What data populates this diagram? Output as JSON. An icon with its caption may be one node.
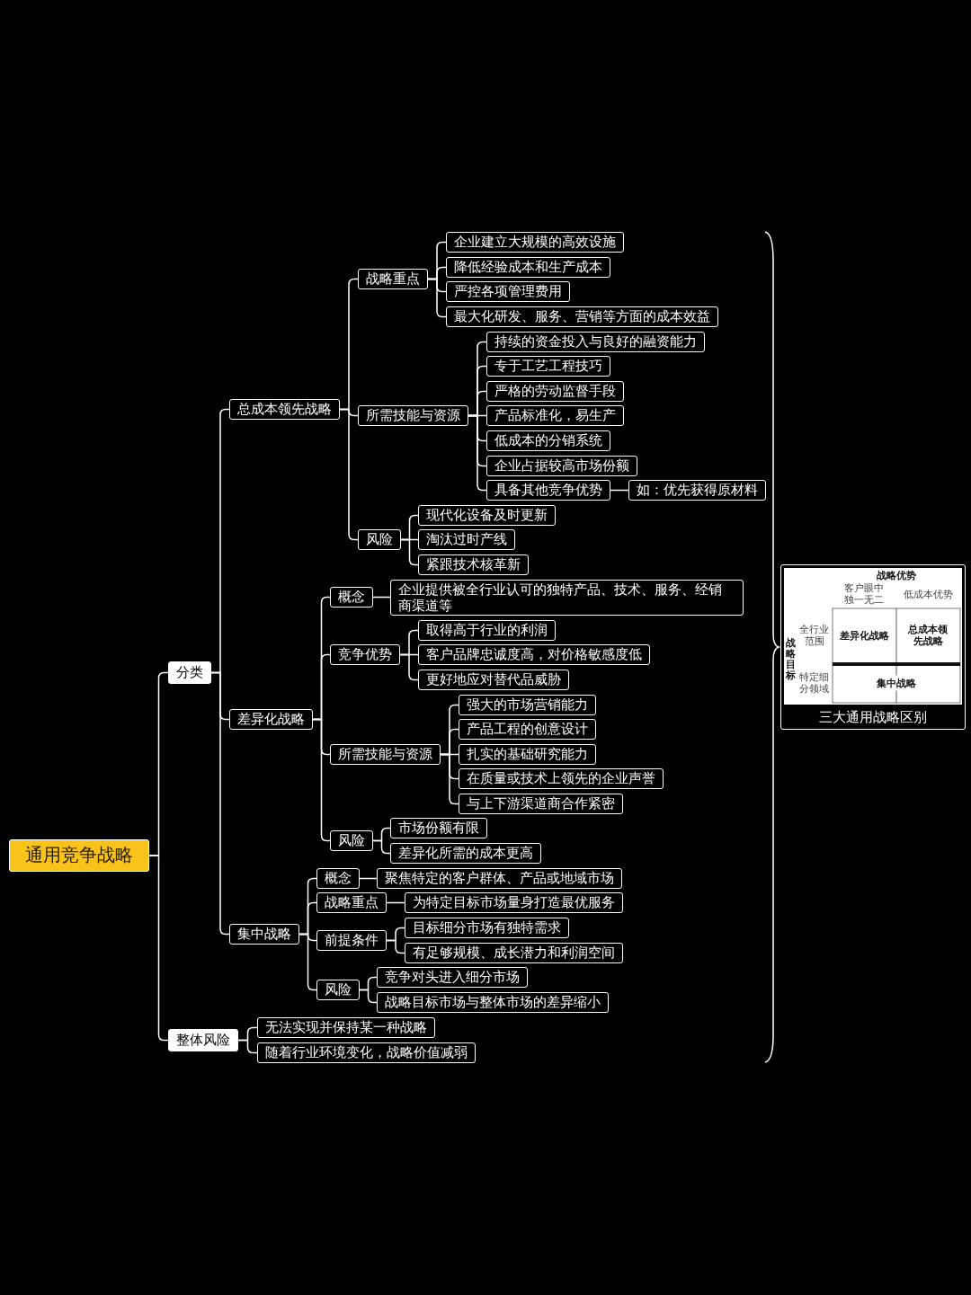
{
  "diagram": {
    "nodes": [
      {
        "text": [
          "通用竞争战略"
        ]
      },
      {
        "text": [
          "分类"
        ]
      },
      {
        "text": [
          "总成本领先战略"
        ]
      },
      {
        "text": [
          "战略重点"
        ]
      },
      {
        "text": [
          "企业建立大规模的高效设施"
        ]
      },
      {
        "text": [
          "降低经验成本和生产成本"
        ]
      },
      {
        "text": [
          "严控各项管理费用"
        ]
      },
      {
        "text": [
          "最大化研发、服务、营销等方面的成本效益"
        ]
      },
      {
        "text": [
          "所需技能与资源"
        ]
      },
      {
        "text": [
          "持续的资金投入与良好的融资能力"
        ]
      },
      {
        "text": [
          "专于工艺工程技巧"
        ]
      },
      {
        "text": [
          "严格的劳动监督手段"
        ]
      },
      {
        "text": [
          "产品标准化，易生产"
        ]
      },
      {
        "text": [
          "低成本的分销系统"
        ]
      },
      {
        "text": [
          "企业占据较高市场份额"
        ]
      },
      {
        "text": [
          "具备其他竞争优势"
        ]
      },
      {
        "text": [
          "如：优先获得原材料"
        ]
      },
      {
        "text": [
          "风险"
        ]
      },
      {
        "text": [
          "现代化设备及时更新"
        ]
      },
      {
        "text": [
          "淘汰过时产线"
        ]
      },
      {
        "text": [
          "紧跟技术核革新"
        ]
      },
      {
        "text": [
          "差异化战略"
        ]
      },
      {
        "text": [
          "概念"
        ]
      },
      {
        "text": [
          "企业提供被全行业认可的独特产品、技术、服务、经销商渠道等"
        ]
      },
      {
        "text": [
          "竞争优势"
        ]
      },
      {
        "text": [
          "取得高于行业的利润"
        ]
      },
      {
        "text": [
          "客户品牌忠诚度高，对价格敏感度低"
        ]
      },
      {
        "text": [
          "更好地应对替代品威胁"
        ]
      },
      {
        "text": [
          "所需技能与资源"
        ]
      },
      {
        "text": [
          "强大的市场营销能力"
        ]
      },
      {
        "text": [
          "产品工程的创意设计"
        ]
      },
      {
        "text": [
          "扎实的基础研究能力"
        ]
      },
      {
        "text": [
          "在质量或技术上领先的企业声誉"
        ]
      },
      {
        "text": [
          "与上下游渠道商合作紧密"
        ]
      },
      {
        "text": [
          "风险"
        ]
      },
      {
        "text": [
          "市场份额有限"
        ]
      },
      {
        "text": [
          "差异化所需的成本更高"
        ]
      },
      {
        "text": [
          "集中战略"
        ]
      },
      {
        "text": [
          "概念"
        ]
      },
      {
        "text": [
          "聚焦特定的客户群体、产品或地域市场"
        ]
      },
      {
        "text": [
          "战略重点"
        ]
      },
      {
        "text": [
          "为特定目标市场量身打造最优服务"
        ]
      },
      {
        "text": [
          "前提条件"
        ]
      },
      {
        "text": [
          "目标细分市场有独特需求"
        ]
      },
      {
        "text": [
          "有足够规模、成长潜力和利润空间"
        ]
      },
      {
        "text": [
          "风险"
        ]
      },
      {
        "text": [
          "竞争对头进入细分市场"
        ]
      },
      {
        "text": [
          "战略目标市场与整体市场的差异缩小"
        ]
      },
      {
        "text": [
          "整体风险"
        ]
      },
      {
        "text": [
          "无法实现并保持某一种战略"
        ]
      },
      {
        "text": [
          "随着行业环境变化，战略价值减弱"
        ]
      },
      {
        "text": [
          "三大通用战略区别"
        ]
      }
    ],
    "edges": [
      {
        "from": 0,
        "to": 1,
        "arrow": "none"
      },
      {
        "from": 0,
        "to": 48,
        "arrow": "none"
      },
      {
        "from": 1,
        "to": 2,
        "arrow": "none"
      },
      {
        "from": 1,
        "to": 21,
        "arrow": "none"
      },
      {
        "from": 1,
        "to": 37,
        "arrow": "none"
      },
      {
        "from": 2,
        "to": 3,
        "arrow": "none"
      },
      {
        "from": 2,
        "to": 8,
        "arrow": "none"
      },
      {
        "from": 2,
        "to": 17,
        "arrow": "none"
      },
      {
        "from": 3,
        "to": 4,
        "arrow": "none"
      },
      {
        "from": 3,
        "to": 5,
        "arrow": "none"
      },
      {
        "from": 3,
        "to": 6,
        "arrow": "none"
      },
      {
        "from": 3,
        "to": 7,
        "arrow": "none"
      },
      {
        "from": 8,
        "to": 9,
        "arrow": "none"
      },
      {
        "from": 8,
        "to": 10,
        "arrow": "none"
      },
      {
        "from": 8,
        "to": 11,
        "arrow": "none"
      },
      {
        "from": 8,
        "to": 12,
        "arrow": "none"
      },
      {
        "from": 8,
        "to": 13,
        "arrow": "none"
      },
      {
        "from": 8,
        "to": 14,
        "arrow": "none"
      },
      {
        "from": 8,
        "to": 15,
        "arrow": "none"
      },
      {
        "from": 15,
        "to": 16,
        "arrow": "none"
      },
      {
        "from": 17,
        "to": 18,
        "arrow": "none"
      },
      {
        "from": 17,
        "to": 19,
        "arrow": "none"
      },
      {
        "from": 17,
        "to": 20,
        "arrow": "none"
      },
      {
        "from": 21,
        "to": 22,
        "arrow": "none"
      },
      {
        "from": 21,
        "to": 24,
        "arrow": "none"
      },
      {
        "from": 21,
        "to": 28,
        "arrow": "none"
      },
      {
        "from": 21,
        "to": 34,
        "arrow": "none"
      },
      {
        "from": 22,
        "to": 23,
        "arrow": "none"
      },
      {
        "from": 24,
        "to": 25,
        "arrow": "none"
      },
      {
        "from": 24,
        "to": 26,
        "arrow": "none"
      },
      {
        "from": 24,
        "to": 27,
        "arrow": "none"
      },
      {
        "from": 28,
        "to": 29,
        "arrow": "none"
      },
      {
        "from": 28,
        "to": 30,
        "arrow": "none"
      },
      {
        "from": 28,
        "to": 31,
        "arrow": "none"
      },
      {
        "from": 28,
        "to": 32,
        "arrow": "none"
      },
      {
        "from": 28,
        "to": 33,
        "arrow": "none"
      },
      {
        "from": 34,
        "to": 35,
        "arrow": "none"
      },
      {
        "from": 34,
        "to": 36,
        "arrow": "none"
      },
      {
        "from": 37,
        "to": 38,
        "arrow": "none"
      },
      {
        "from": 37,
        "to": 40,
        "arrow": "none"
      },
      {
        "from": 37,
        "to": 42,
        "arrow": "none"
      },
      {
        "from": 37,
        "to": 45,
        "arrow": "none"
      },
      {
        "from": 38,
        "to": 39,
        "arrow": "none"
      },
      {
        "from": 40,
        "to": 41,
        "arrow": "none"
      },
      {
        "from": 42,
        "to": 43,
        "arrow": "none"
      },
      {
        "from": 42,
        "to": 44,
        "arrow": "none"
      },
      {
        "from": 45,
        "to": 46,
        "arrow": "none"
      },
      {
        "from": 45,
        "to": 47,
        "arrow": "none"
      },
      {
        "from": 48,
        "to": 49,
        "arrow": "none"
      },
      {
        "from": 48,
        "to": 50,
        "arrow": "none"
      }
    ],
    "labels": [
      "战略优势",
      "客户眼中独一无二",
      "低成本优势",
      "战略目标",
      "全行业范围",
      "差异化战略",
      "总成本领先战略",
      "特定细分领域",
      "集中战略"
    ]
  }
}
